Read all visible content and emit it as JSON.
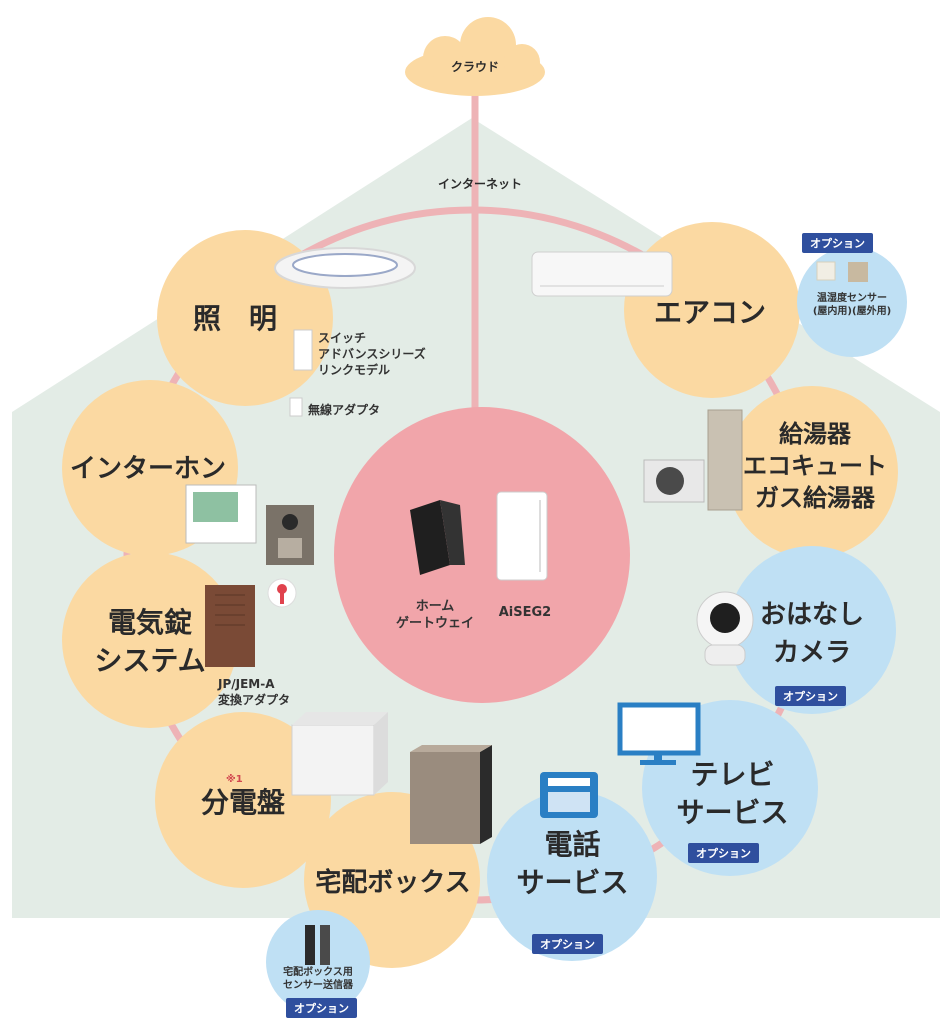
{
  "cloud": {
    "label": "クラウド"
  },
  "internet": {
    "label": "インターネット"
  },
  "hub": {
    "gateway": "ホーム\nゲートウェイ",
    "aiseg": "AiSEG2"
  },
  "nodes": {
    "lighting": "照　明",
    "intercom": "インターホン",
    "lock": "電気錠\nシステム",
    "panel": "分電盤",
    "delivery": "宅配ボックス",
    "phone": "電話\nサービス",
    "tv": "テレビ\nサービス",
    "camera": "おはなし\nカメラ",
    "heater": "給湯器\nエコキュート\nガス給湯器",
    "aircon": "エアコン"
  },
  "subs": {
    "switch": "スイッチ\nアドバンスシリーズ\nリンクモデル",
    "wireless": "無線アダプタ",
    "jem": "JP/JEM-A\n変換アダプタ",
    "note": "※1",
    "sensor": "温湿度センサー\n(屋内用)(屋外用)",
    "delivery_sensor": "宅配ボックス用\nセンサー送信器"
  },
  "option_label": "オプション",
  "colors": {
    "node_fill": "#fbd9a2",
    "option_fill": "#bfe0f4",
    "hub_fill": "#f1a5aa",
    "link": "#eeb3b6",
    "house": "#e3ece6",
    "badge": "#2f4f9e"
  }
}
